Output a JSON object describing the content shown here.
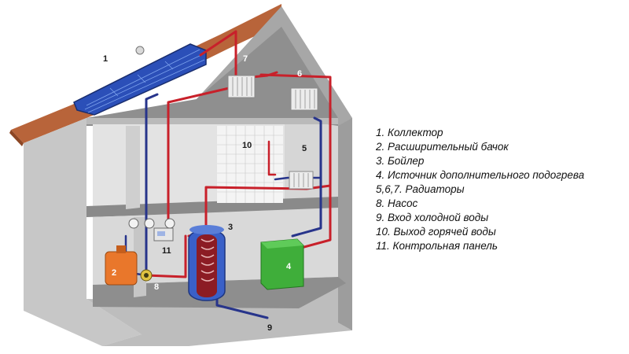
{
  "diagram": {
    "callouts": [
      "1",
      "2",
      "3",
      "4",
      "5",
      "6",
      "7",
      "8",
      "9",
      "10",
      "11"
    ],
    "legend": [
      "1. Коллектор",
      "2. Расширительный бачок",
      "3. Бойлер",
      "4. Источник дополнительного подогрева",
      "5,6,7. Радиаторы",
      "8. Насос",
      "9. Вход холодной воды",
      "10. Выход горячей воды",
      "11. Контрольная панель"
    ]
  },
  "colors": {
    "roof": "#b8643a",
    "wall": "#c9c9c9",
    "floor": "#8e8e8e",
    "hot_pipe": "#c8202a",
    "cold_pipe": "#27348b",
    "collector": "#2b4fb8",
    "boiler": "#3a60c8",
    "expansion_tank": "#e9772b",
    "aux_heater": "#3fae3a"
  }
}
